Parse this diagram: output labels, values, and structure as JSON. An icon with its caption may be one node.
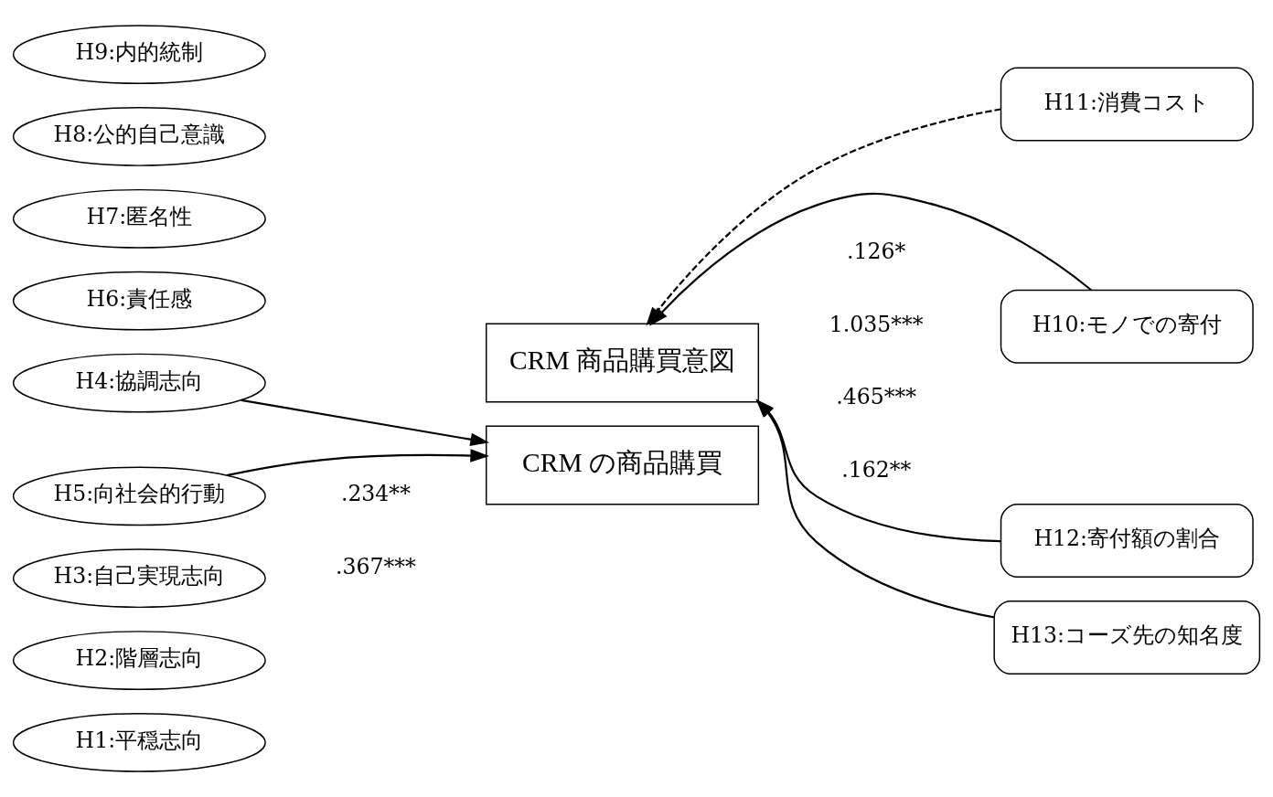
{
  "diagram": {
    "nodes": [
      {
        "text": [
          "H1:平穏志向"
        ]
      },
      {
        "text": [
          "H2:階層志向"
        ]
      },
      {
        "text": [
          "H3:自己実現志向"
        ]
      },
      {
        "text": [
          "H4:協調志向"
        ]
      },
      {
        "text": [
          "H5:向社会的行動"
        ]
      },
      {
        "text": [
          "H6:責任感"
        ]
      },
      {
        "text": [
          "H7:匿名性"
        ]
      },
      {
        "text": [
          "H8:公的自己意識"
        ]
      },
      {
        "text": [
          "H9:内的統制"
        ]
      },
      {
        "text": [
          "CRM の商品購買"
        ]
      },
      {
        "text": [
          "CRM 商品購買意図"
        ]
      },
      {
        "text": [
          "H10:モノでの寄付"
        ]
      },
      {
        "text": [
          "H11:消費コスト"
        ]
      },
      {
        "text": [
          "H12:寄付額の割合"
        ]
      },
      {
        "text": [
          "H13:コーズ先の知名度"
        ]
      }
    ],
    "edges": [
      {
        "from": 3,
        "to": 9,
        "arrow": "to"
      },
      {
        "from": 4,
        "to": 9,
        "arrow": "to"
      },
      {
        "from": 11,
        "to": 10,
        "arrow": "to"
      },
      {
        "from": 12,
        "to": 10,
        "arrow": "to",
        "style": "dashed"
      },
      {
        "from": 13,
        "to": 10,
        "arrow": "to"
      },
      {
        "from": 14,
        "to": 10,
        "arrow": "to"
      }
    ],
    "labels": [
      ".234**",
      ".126*",
      ".367***",
      "1.035***",
      ".465***",
      ".162**"
    ]
  }
}
